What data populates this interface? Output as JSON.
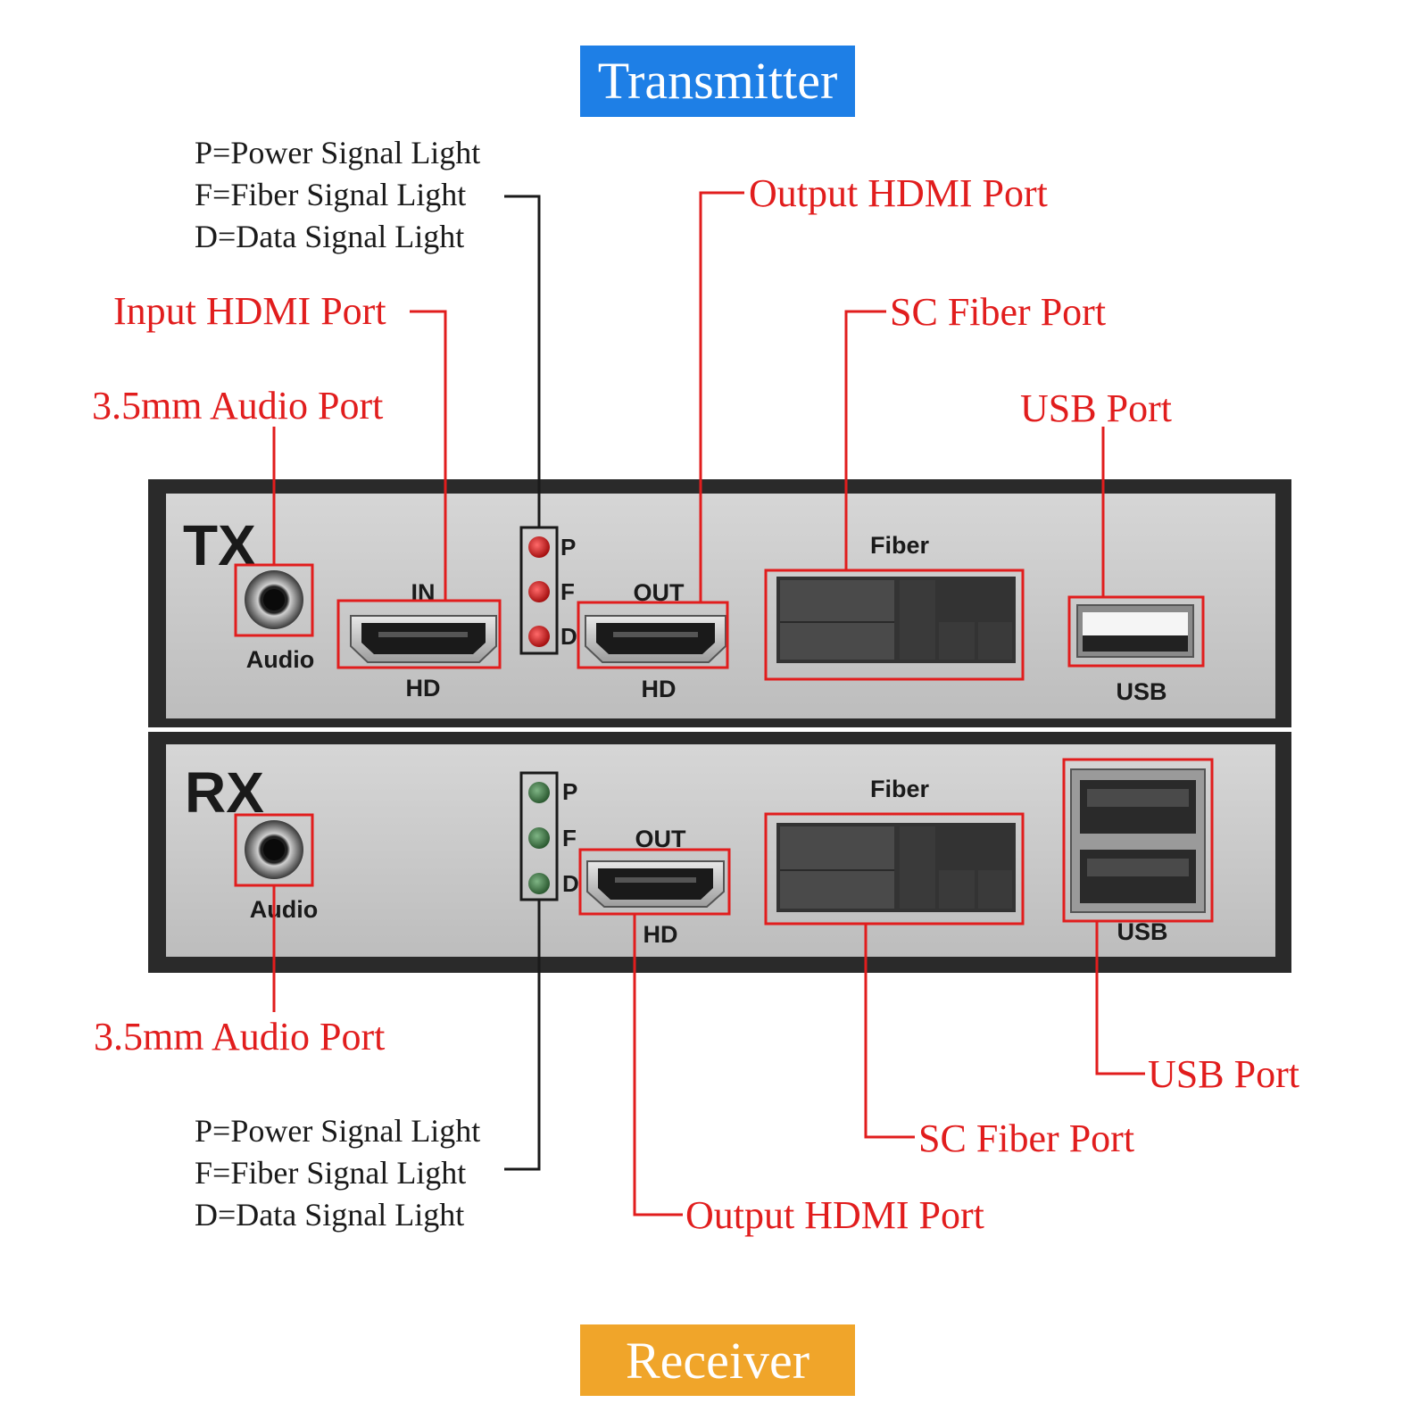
{
  "banners": {
    "transmitter": "Transmitter",
    "receiver": "Receiver",
    "transmitter_color": "#1e7fe6",
    "receiver_color": "#f0a52a"
  },
  "colors": {
    "callout_red": "#e11d1d",
    "legend_black": "#1a1a1a",
    "panel_face": "#c9c9c9",
    "case": "#2a2a2a",
    "led_red": "#d21b1b",
    "led_green": "#3f7a45"
  },
  "tx": {
    "callouts": {
      "legend": [
        "P=Power Signal Light",
        "F=Fiber Signal Light",
        "D=Data Signal Light"
      ],
      "output_hdmi": "Output HDMI Port",
      "input_hdmi": "Input HDMI Port",
      "sc_fiber": "SC Fiber Port",
      "audio": "3.5mm Audio Port",
      "usb": "USB Port"
    },
    "panel": {
      "model": "TX",
      "audio": "Audio",
      "in": "IN",
      "hd_in": "HD",
      "out": "OUT",
      "hd_out": "HD",
      "fiber": "Fiber",
      "usb": "USB",
      "led_p": "P",
      "led_f": "F",
      "led_d": "D"
    }
  },
  "rx": {
    "callouts": {
      "audio": "3.5mm Audio Port",
      "legend": [
        "P=Power Signal Light",
        "F=Fiber Signal Light",
        "D=Data Signal Light"
      ],
      "usb": "USB Port",
      "sc_fiber": "SC Fiber Port",
      "output_hdmi": "Output HDMI Port"
    },
    "panel": {
      "model": "RX",
      "audio": "Audio",
      "out": "OUT",
      "hd_out": "HD",
      "fiber": "Fiber",
      "usb": "USB",
      "led_p": "P",
      "led_f": "F",
      "led_d": "D"
    }
  }
}
